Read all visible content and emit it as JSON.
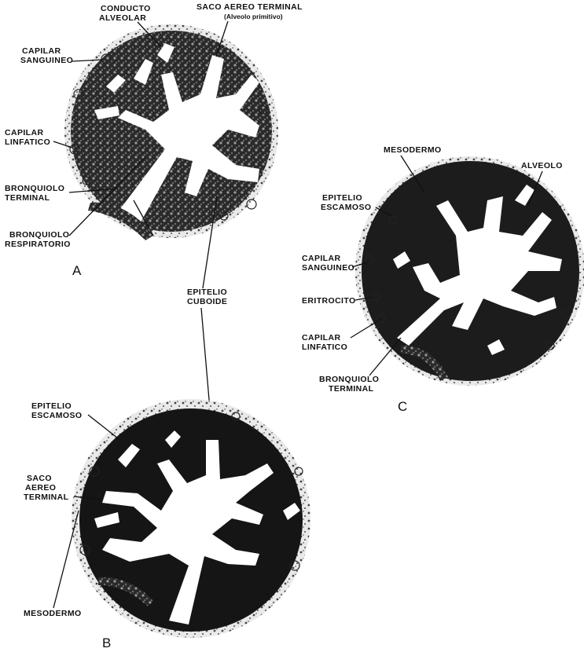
{
  "panels": {
    "A": {
      "letter": "A",
      "labels": {
        "conducto_alveolar": [
          "CONDUCTO",
          "ALVEOLAR"
        ],
        "saco_aereo_terminal": [
          "SACO  AEREO  TERMINAL",
          "(Alveolo primitivo)"
        ],
        "capilar_sanguineo": [
          "CAPILAR",
          "SANGUINEO"
        ],
        "capilar_linfatico": [
          "CAPILAR",
          "LINFATICO"
        ],
        "bronquiolo_terminal": [
          "BRONQUIOLO",
          "TERMINAL"
        ],
        "bronquiolo_respiratorio": [
          "BRONQUIOLO",
          "RESPIRATORIO"
        ]
      }
    },
    "shared": {
      "epitelio_cuboide": [
        "EPITELIO",
        "CUBOIDE"
      ]
    },
    "B": {
      "letter": "B",
      "labels": {
        "epitelio_escamoso": [
          "EPITELIO",
          "ESCAMOSO"
        ],
        "saco_aereo_terminal": [
          "SACO",
          "AEREO",
          "TERMINAL"
        ],
        "mesodermo": [
          "MESODERMO"
        ]
      }
    },
    "C": {
      "letter": "C",
      "labels": {
        "mesodermo": [
          "MESODERMO"
        ],
        "alveolo": [
          "ALVEOLO"
        ],
        "epitelio_escamoso": [
          "EPITELIO",
          "ESCAMOSO"
        ],
        "capilar_sanguineo": [
          "CAPILAR",
          "SANGUINEO"
        ],
        "eritrocito": [
          "ERITROCITO"
        ],
        "capilar_linfatico": [
          "CAPILAR",
          "LINFATICO"
        ],
        "bronquiolo_terminal": [
          "BRONQUIOLO",
          "TERMINAL"
        ]
      }
    }
  }
}
